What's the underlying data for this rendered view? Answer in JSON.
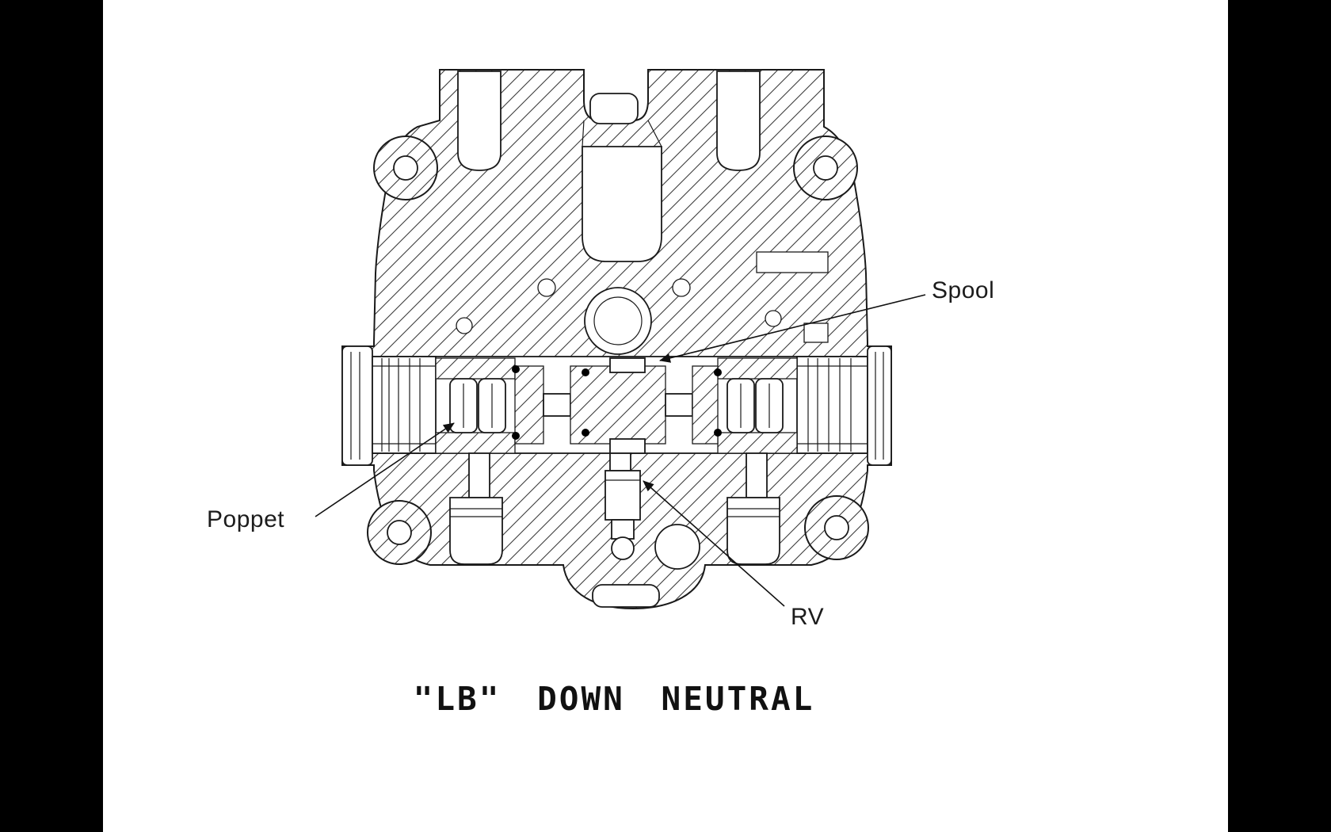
{
  "diagram": {
    "type": "valve-cross-section",
    "caption": "\"LB\" DOWN NEUTRAL",
    "labels": {
      "spool": "Spool",
      "poppet": "Poppet",
      "rv": "RV"
    },
    "colors": {
      "ink": "#1a1a1a",
      "paper": "#ffffff",
      "matte_border": "#000000"
    }
  }
}
